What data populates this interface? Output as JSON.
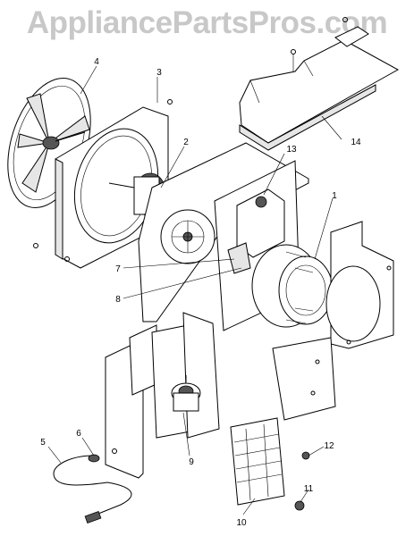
{
  "watermark": "AppliancePartsPros.com",
  "callouts": [
    {
      "id": "4",
      "label": "4"
    },
    {
      "id": "3",
      "label": "3"
    },
    {
      "id": "2",
      "label": "2"
    },
    {
      "id": "13",
      "label": "13"
    },
    {
      "id": "14",
      "label": "14"
    },
    {
      "id": "1",
      "label": "1"
    },
    {
      "id": "7",
      "label": "7"
    },
    {
      "id": "8",
      "label": "8"
    },
    {
      "id": "9",
      "label": "9"
    },
    {
      "id": "5",
      "label": "5"
    },
    {
      "id": "6",
      "label": "6"
    },
    {
      "id": "12",
      "label": "12"
    },
    {
      "id": "11",
      "label": "11"
    },
    {
      "id": "10",
      "label": "10"
    }
  ]
}
